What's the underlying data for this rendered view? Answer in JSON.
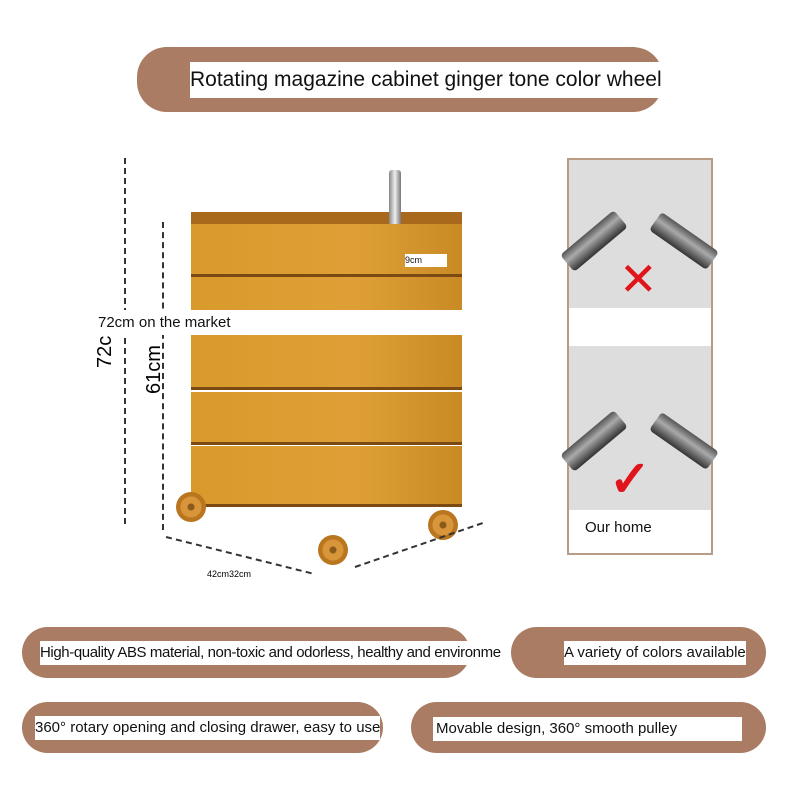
{
  "title": "Rotating magazine cabinet ginger tone color wheel",
  "dimensions": {
    "top_label": "9cm",
    "market_label": "72cm on the market",
    "height_outer": "72c",
    "height_inner": "61cm",
    "base_label": "42cm32cm"
  },
  "comparison": {
    "bad_mark": "✕",
    "good_mark": "✓",
    "good_label": "Our home"
  },
  "features": [
    "High-quality ABS material, non-toxic and odorless, healthy and environme",
    "A variety of colors available",
    "360° rotary opening and closing drawer, easy to use",
    "Movable design, 360° smooth pulley"
  ],
  "colors": {
    "pill": "#a97c63",
    "cabinet": "#d99a2c",
    "mark": "#e0151b"
  }
}
